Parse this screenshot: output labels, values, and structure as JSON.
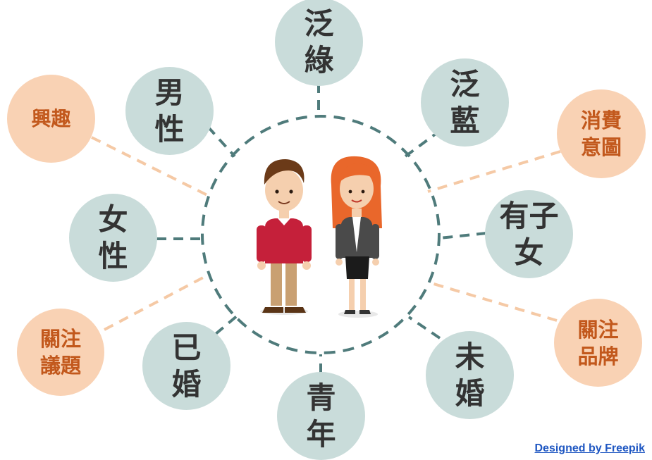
{
  "nodes": {
    "green_camp": "泛\n綠",
    "blue_camp": "泛\n藍",
    "male": "男\n性",
    "female": "女\n性",
    "married": "已\n婚",
    "youth": "青\n年",
    "unmarried": "未\n婚",
    "has_children": "有子\n女",
    "interests": "興趣",
    "consumer_intent": "消費\n意圖",
    "issues": "關注\n議題",
    "brands": "關注\n品牌"
  },
  "credit": "Designed by Freepik",
  "colors": {
    "teal_circle": "#c9dcda",
    "teal_text": "#333333",
    "teal_line": "#4f7b7b",
    "peach_circle": "#f9d2b4",
    "peach_text": "#c2581c",
    "peach_line": "#f5c9a5",
    "link": "#1f57c2"
  }
}
